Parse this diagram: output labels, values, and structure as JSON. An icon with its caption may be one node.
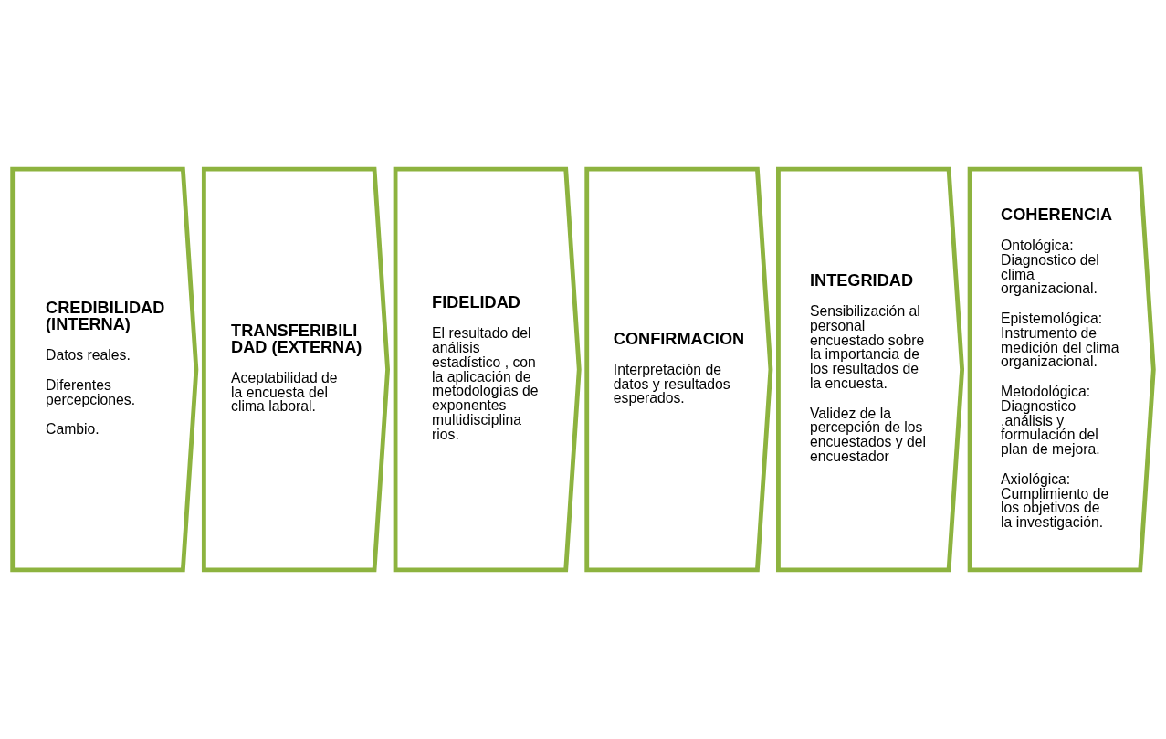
{
  "diagram": {
    "nodes": [
      {
        "text": [
          "CREDIBILIDAD (INTERNA)",
          "Datos reales.",
          "Diferentes percepciones.",
          "Cambio."
        ]
      },
      {
        "text": [
          "TRANSFERIBILI DAD (EXTERNA)",
          "Aceptabilidad de la encuesta del clima laboral."
        ]
      },
      {
        "text": [
          "FIDELIDAD",
          "El resultado del análisis estadístico , con la aplicación de metodologías de exponentes multidisciplina rios."
        ]
      },
      {
        "text": [
          "CONFIRMACION",
          "Interpretación de datos y resultados esperados."
        ]
      },
      {
        "text": [
          "INTEGRIDAD",
          "Sensibilización al personal encuestado sobre la importancia de los resultados de la encuesta.",
          "Validez de la percepción de los encuestados y del encuestador"
        ]
      },
      {
        "text": [
          "COHERENCIA",
          "Ontológica: Diagnostico del clima organizacional.",
          "Epistemológica: Instrumento de medición del clima organizacional.",
          "Metodológica: Diagnostico ,análisis y formulación del plan de mejora.",
          "Axiológica: Cumplimiento de los objetivos de la investigación."
        ]
      }
    ]
  }
}
